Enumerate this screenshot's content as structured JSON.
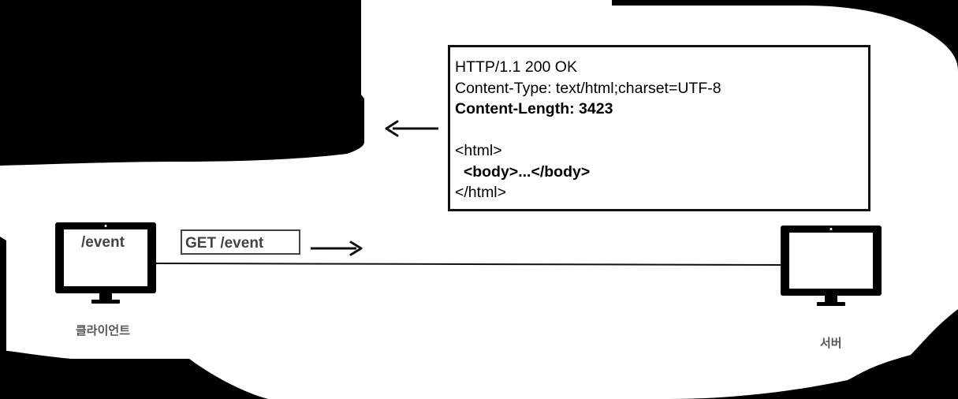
{
  "response": {
    "lines": [
      {
        "text": "HTTP/1.1 200 OK",
        "bold": false
      },
      {
        "text": "Content-Type: text/html;charset=UTF-8",
        "bold": false
      },
      {
        "text": "Content-Length: 3423",
        "bold": true
      },
      {
        "text": "",
        "bold": false
      },
      {
        "text": "<html>",
        "bold": false
      },
      {
        "text": "  <body>...</body>",
        "bold": false
      },
      {
        "text": "</html>",
        "bold": false
      }
    ]
  },
  "request": {
    "label": "GET /event"
  },
  "client": {
    "screen_text": "/event",
    "label": "클라이언트"
  },
  "server": {
    "label": "서버"
  },
  "colors": {
    "background": "#000000",
    "canvas": "#ffffff",
    "ink": "#111111",
    "label_text": "#444444"
  },
  "icons": {
    "monitor": "monitor-icon",
    "arrow_left": "arrow-left-icon",
    "arrow_right": "arrow-right-icon"
  }
}
